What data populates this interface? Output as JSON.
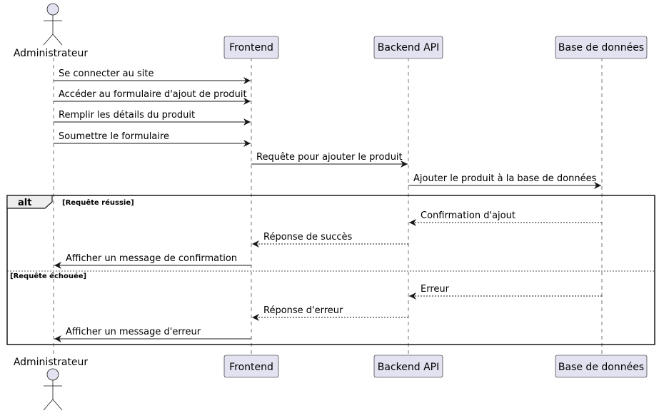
{
  "participants": [
    {
      "id": "admin",
      "label": "Administrateur",
      "kind": "actor"
    },
    {
      "id": "front",
      "label": "Frontend",
      "kind": "participant"
    },
    {
      "id": "back",
      "label": "Backend API",
      "kind": "participant"
    },
    {
      "id": "db",
      "label": "Base de données",
      "kind": "participant"
    }
  ],
  "messages": [
    {
      "from": "admin",
      "to": "front",
      "text": "Se connecter au site",
      "style": "solid"
    },
    {
      "from": "admin",
      "to": "front",
      "text": "Accéder au formulaire d'ajout de produit",
      "style": "solid"
    },
    {
      "from": "admin",
      "to": "front",
      "text": "Remplir les détails du produit",
      "style": "solid"
    },
    {
      "from": "admin",
      "to": "front",
      "text": "Soumettre le formulaire",
      "style": "solid"
    },
    {
      "from": "front",
      "to": "back",
      "text": "Requête pour ajouter le produit",
      "style": "solid"
    },
    {
      "from": "back",
      "to": "db",
      "text": "Ajouter le produit à la base de données",
      "style": "solid"
    },
    {
      "from": "db",
      "to": "back",
      "text": "Confirmation d'ajout",
      "style": "dashed"
    },
    {
      "from": "back",
      "to": "front",
      "text": "Réponse de succès",
      "style": "dashed"
    },
    {
      "from": "front",
      "to": "admin",
      "text": "Afficher un message de confirmation",
      "style": "solid"
    },
    {
      "from": "db",
      "to": "back",
      "text": "Erreur",
      "style": "dashed"
    },
    {
      "from": "back",
      "to": "front",
      "text": "Réponse d'erreur",
      "style": "dashed"
    },
    {
      "from": "front",
      "to": "admin",
      "text": "Afficher un message d'erreur",
      "style": "solid"
    }
  ],
  "alt_fragment": {
    "keyword": "alt",
    "guard_success": "[Requête réussie]",
    "guard_failure": "[Requête échouée]"
  },
  "colors": {
    "participant_fill": "#E2E2F0",
    "participant_stroke": "#181818",
    "lifeline": "#181818",
    "arrow": "#181818"
  }
}
